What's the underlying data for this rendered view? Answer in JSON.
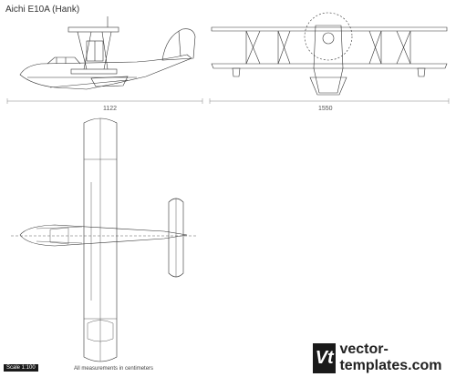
{
  "title": "Aichi E10A (Hank)",
  "dimensions": {
    "side_length": "1122",
    "front_span": "1550"
  },
  "scale": "Scale 1:100",
  "note": "All measurements in centimeters",
  "brand": {
    "logo_text": "Vt",
    "site": "vector-templates.com"
  }
}
